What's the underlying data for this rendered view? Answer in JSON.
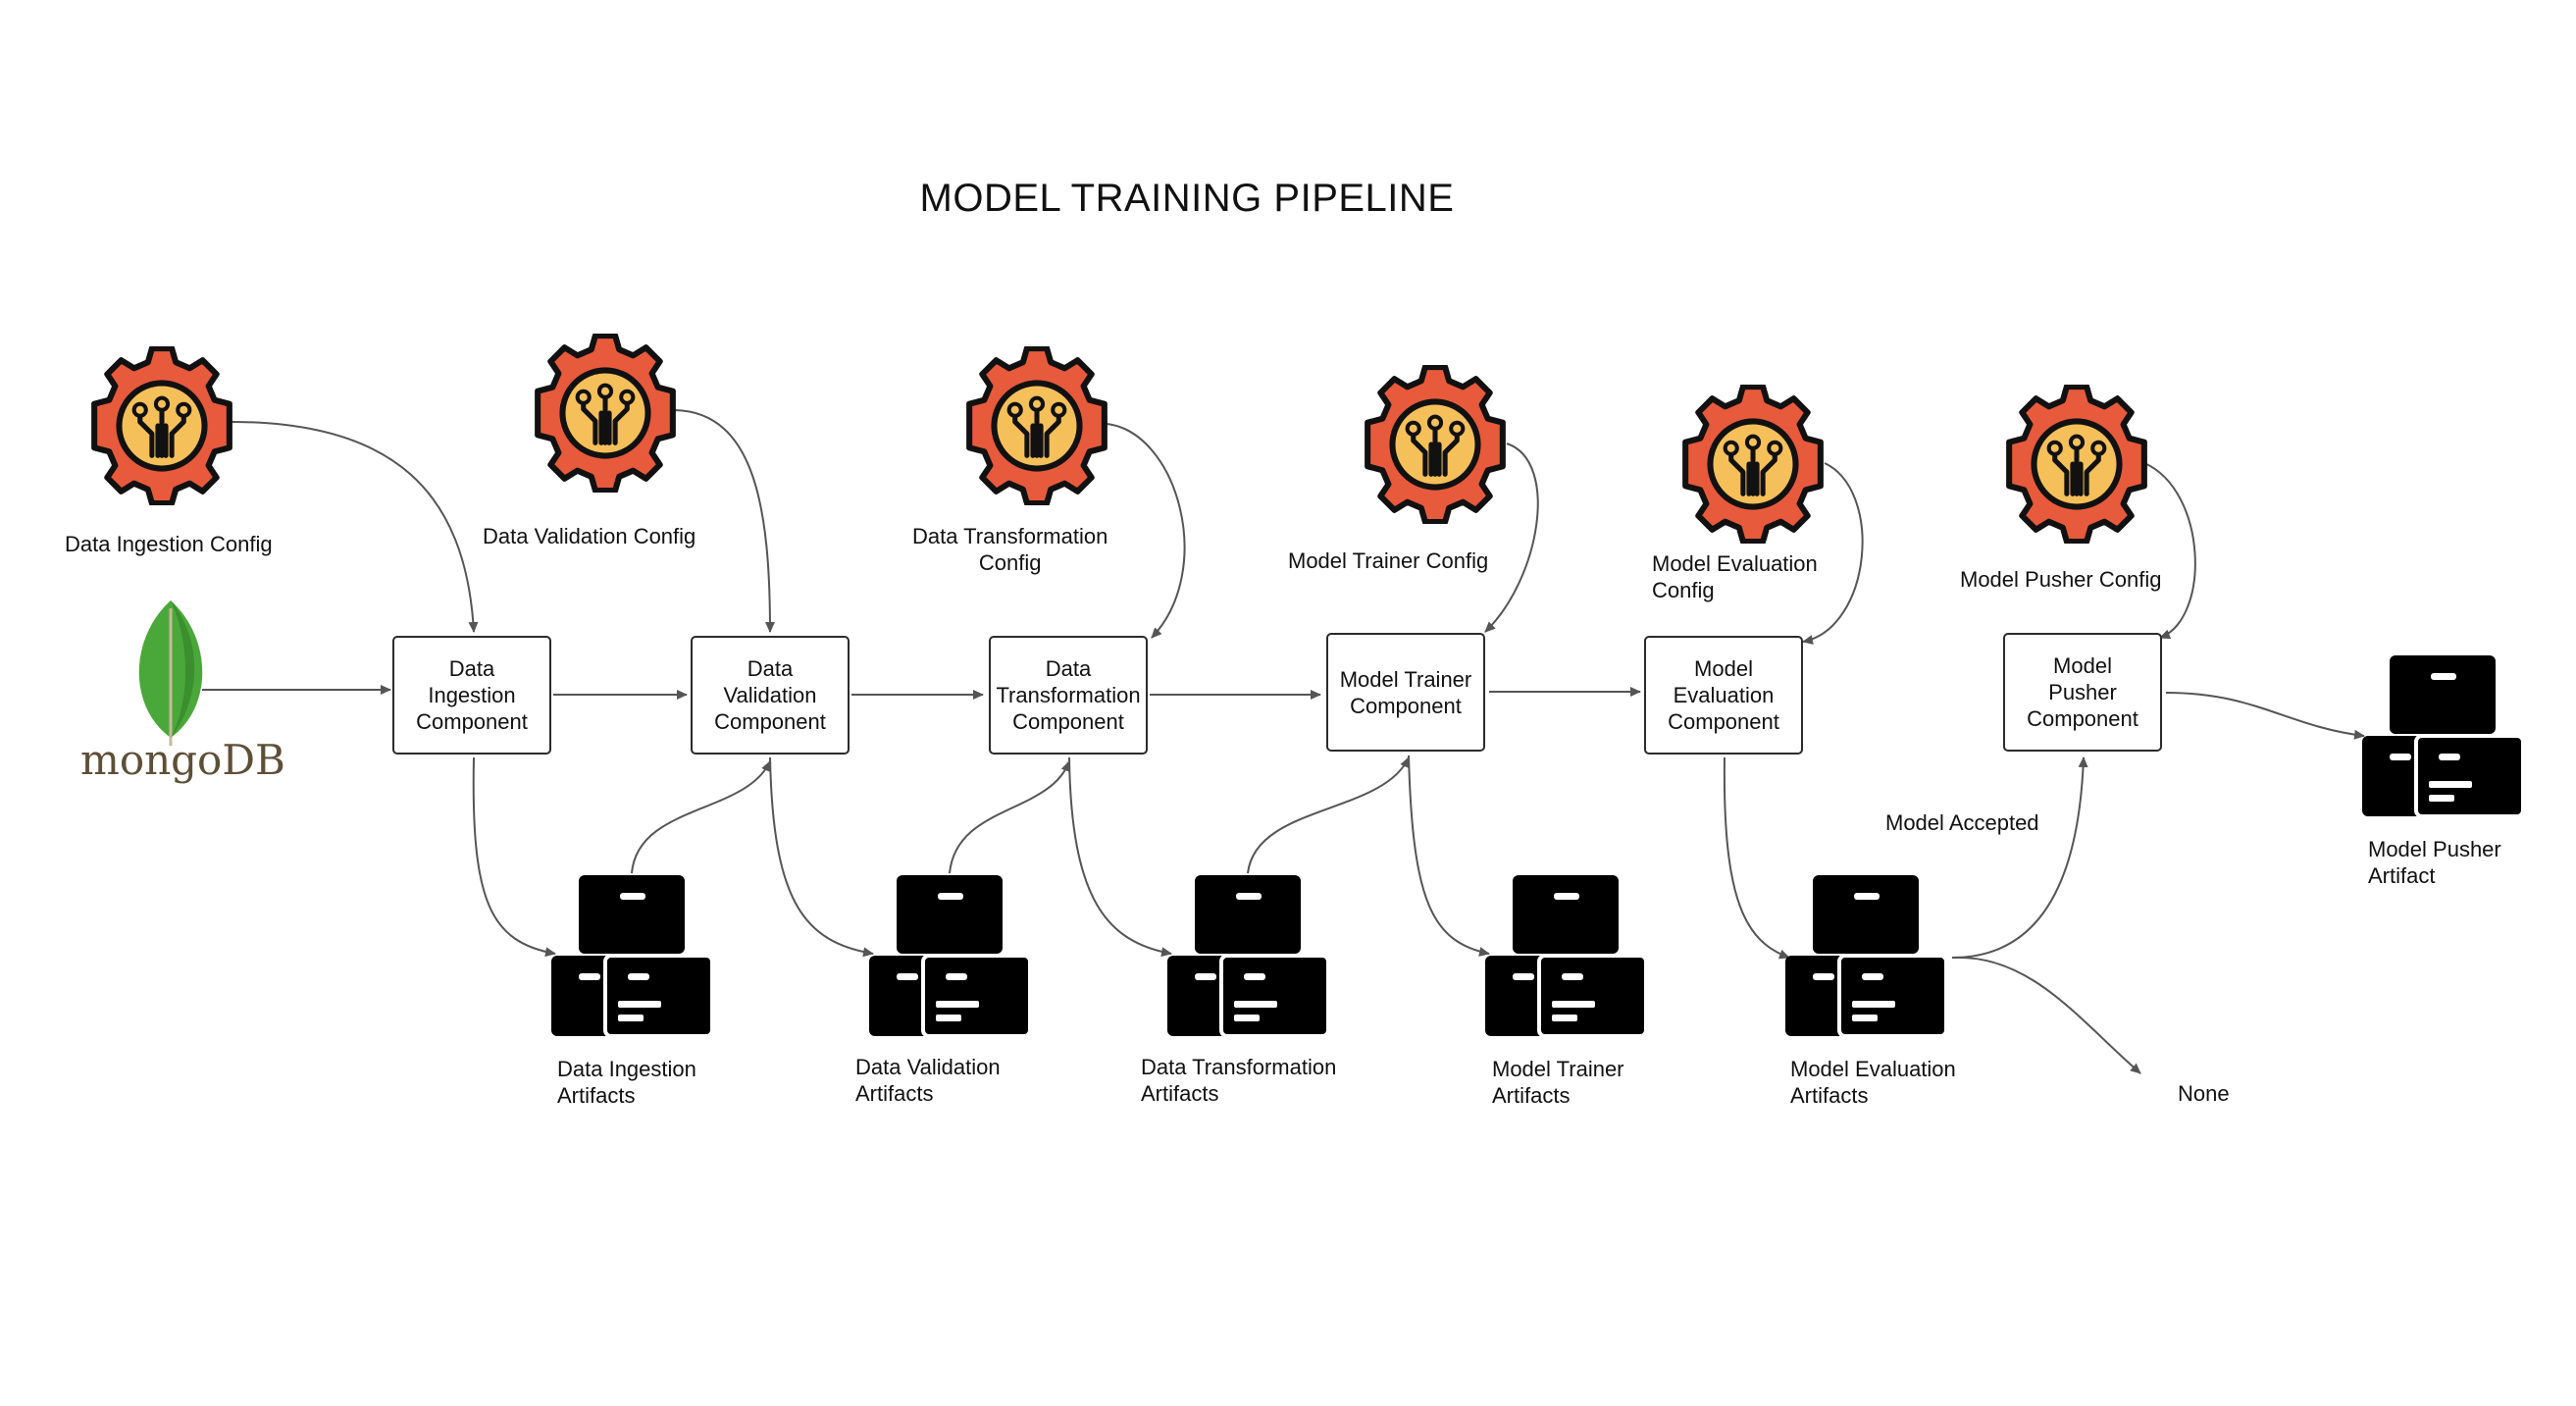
{
  "title": "MODEL TRAINING PIPELINE",
  "colors": {
    "gear_outer": "#e85a3c",
    "gear_inner": "#f5c05a",
    "outline": "#111111",
    "leaf": "#4aa83a",
    "mongo_text": "#5f4e37",
    "arrow": "#555555",
    "artifact": "#000000"
  },
  "source": {
    "icon": "mongodb-leaf-icon",
    "name": "mongoDB"
  },
  "configs": [
    {
      "id": "ingestion",
      "label": "Data Ingestion Config",
      "icon": "gear-circuit-icon"
    },
    {
      "id": "validation",
      "label": "Data Validation Config",
      "icon": "gear-circuit-icon"
    },
    {
      "id": "transformation",
      "label": "Data Transformation\nConfig",
      "icon": "gear-circuit-icon"
    },
    {
      "id": "trainer",
      "label": "Model Trainer Config",
      "icon": "gear-circuit-icon"
    },
    {
      "id": "evaluation",
      "label": "Model Evaluation\nConfig",
      "icon": "gear-circuit-icon"
    },
    {
      "id": "pusher",
      "label": "Model Pusher Config",
      "icon": "gear-circuit-icon"
    }
  ],
  "components": [
    {
      "id": "ingestion",
      "label": "Data\nIngestion\nComponent"
    },
    {
      "id": "validation",
      "label": "Data\nValidation\nComponent"
    },
    {
      "id": "transformation",
      "label": "Data\nTransformation\nComponent"
    },
    {
      "id": "trainer",
      "label": "Model Trainer\nComponent"
    },
    {
      "id": "evaluation",
      "label": "Model\nEvaluation\nComponent"
    },
    {
      "id": "pusher",
      "label": "Model\nPusher\nComponent"
    }
  ],
  "artifacts": [
    {
      "id": "ingestion",
      "label": "Data Ingestion\nArtifacts",
      "icon": "boxes-icon"
    },
    {
      "id": "validation",
      "label": "Data Validation\nArtifacts",
      "icon": "boxes-icon"
    },
    {
      "id": "transformation",
      "label": "Data Transformation\nArtifacts",
      "icon": "boxes-icon"
    },
    {
      "id": "trainer",
      "label": "Model Trainer\nArtifacts",
      "icon": "boxes-icon"
    },
    {
      "id": "evaluation",
      "label": "Model Evaluation\nArtifacts",
      "icon": "boxes-icon"
    },
    {
      "id": "pusher",
      "label": "Model Pusher\nArtifact",
      "icon": "boxes-icon"
    }
  ],
  "edges": {
    "accepted_label": "Model Accepted",
    "rejected_label": "None"
  }
}
